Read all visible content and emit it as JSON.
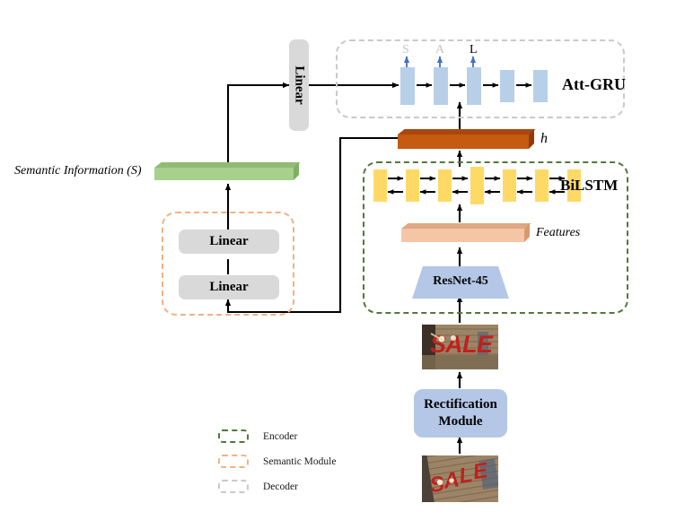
{
  "figure": {
    "type": "architecture-diagram",
    "title": "Scene text recognition network architecture"
  },
  "decoder": {
    "label": "Att-GRU",
    "box_color": "#c9c9c9",
    "cell_color": "#b8cfe8",
    "cells": 5,
    "outputs": [
      {
        "char": "S",
        "color": "#c6c6c6"
      },
      {
        "char": "A",
        "color": "#c6c6c6"
      },
      {
        "char": "L",
        "color": "#000000"
      }
    ],
    "output_arrow_color": "#4472c4"
  },
  "hidden_state": {
    "label": "h",
    "color": "#c55a11"
  },
  "encoder": {
    "label": "BiLSTM",
    "box_color": "#4f7a3a",
    "cell_color": "#ffd966",
    "cells": 7,
    "features_label": "Features",
    "features_color": "#f5c6a5",
    "backbone_label": "ResNet-45",
    "backbone_color": "#b4c7e7"
  },
  "semantic": {
    "box_color": "#f2b183",
    "bar_label": "Semantic Information (S)",
    "bar_color": "#a8d08d",
    "linear_top": "Linear",
    "linear_bottom": "Linear",
    "linear_color": "#d9d9d9"
  },
  "top_linear": {
    "label": "Linear",
    "color": "#d9d9d9"
  },
  "rectification": {
    "line1": "Rectification",
    "line2": "Module",
    "color": "#b4c7e7"
  },
  "images": {
    "rectified": {
      "name": "rectified-sale-image",
      "text": "SALE"
    },
    "input": {
      "name": "input-sale-image",
      "text": "SALE"
    }
  },
  "legend": {
    "items": [
      {
        "label": "Encoder",
        "color": "#4f7a3a"
      },
      {
        "label": "Semantic Module",
        "color": "#f2b183"
      },
      {
        "label": "Decoder",
        "color": "#c9c9c9"
      }
    ]
  }
}
